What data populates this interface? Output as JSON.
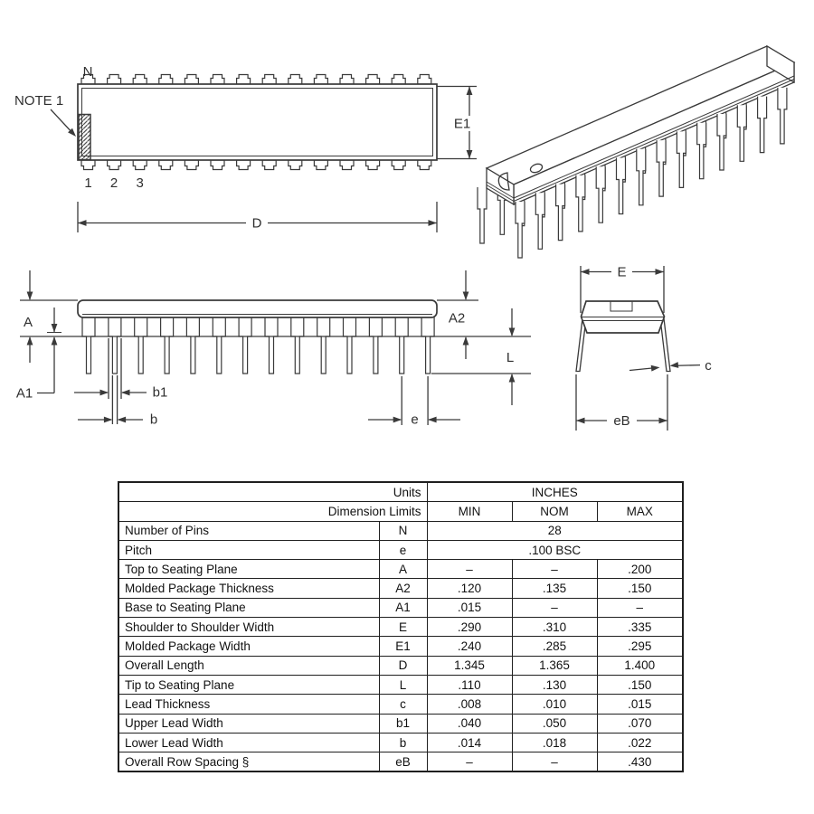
{
  "drawings": {
    "top_view": {
      "label_n": "N",
      "note_label": "NOTE 1",
      "pin_numbers": [
        "1",
        "2",
        "3"
      ],
      "dim_d": "D",
      "dim_e1": "E1"
    },
    "side_view": {
      "dim_a": "A",
      "dim_a1": "A1",
      "dim_a2": "A2",
      "dim_l": "L",
      "dim_b1": "b1",
      "dim_b": "b",
      "dim_e": "e"
    },
    "end_view": {
      "dim_e": "E",
      "dim_c": "c",
      "dim_eb": "eB"
    }
  },
  "table": {
    "header": {
      "units_label": "Units",
      "units_value": "INCHES",
      "dimension_limits_label": "Dimension Limits",
      "col_min": "MIN",
      "col_nom": "NOM",
      "col_max": "MAX"
    },
    "rows": [
      {
        "name": "Number of Pins",
        "symbol": "N",
        "span_value": "28"
      },
      {
        "name": "Pitch",
        "symbol": "e",
        "span_value": ".100 BSC"
      },
      {
        "name": "Top to Seating Plane",
        "symbol": "A",
        "min": "–",
        "nom": "–",
        "max": ".200"
      },
      {
        "name": "Molded Package Thickness",
        "symbol": "A2",
        "min": ".120",
        "nom": ".135",
        "max": ".150"
      },
      {
        "name": "Base to Seating Plane",
        "symbol": "A1",
        "min": ".015",
        "nom": "–",
        "max": "–"
      },
      {
        "name": "Shoulder to Shoulder Width",
        "symbol": "E",
        "min": ".290",
        "nom": ".310",
        "max": ".335"
      },
      {
        "name": "Molded Package Width",
        "symbol": "E1",
        "min": ".240",
        "nom": ".285",
        "max": ".295"
      },
      {
        "name": "Overall Length",
        "symbol": "D",
        "min": "1.345",
        "nom": "1.365",
        "max": "1.400"
      },
      {
        "name": "Tip to Seating Plane",
        "symbol": "L",
        "min": ".110",
        "nom": ".130",
        "max": ".150"
      },
      {
        "name": "Lead Thickness",
        "symbol": "c",
        "min": ".008",
        "nom": ".010",
        "max": ".015"
      },
      {
        "name": "Upper Lead Width",
        "symbol": "b1",
        "min": ".040",
        "nom": ".050",
        "max": ".070"
      },
      {
        "name": "Lower Lead Width",
        "symbol": "b",
        "min": ".014",
        "nom": ".018",
        "max": ".022"
      },
      {
        "name": "Overall Row Spacing §",
        "symbol": "eB",
        "min": "–",
        "nom": "–",
        "max": ".430"
      }
    ]
  }
}
